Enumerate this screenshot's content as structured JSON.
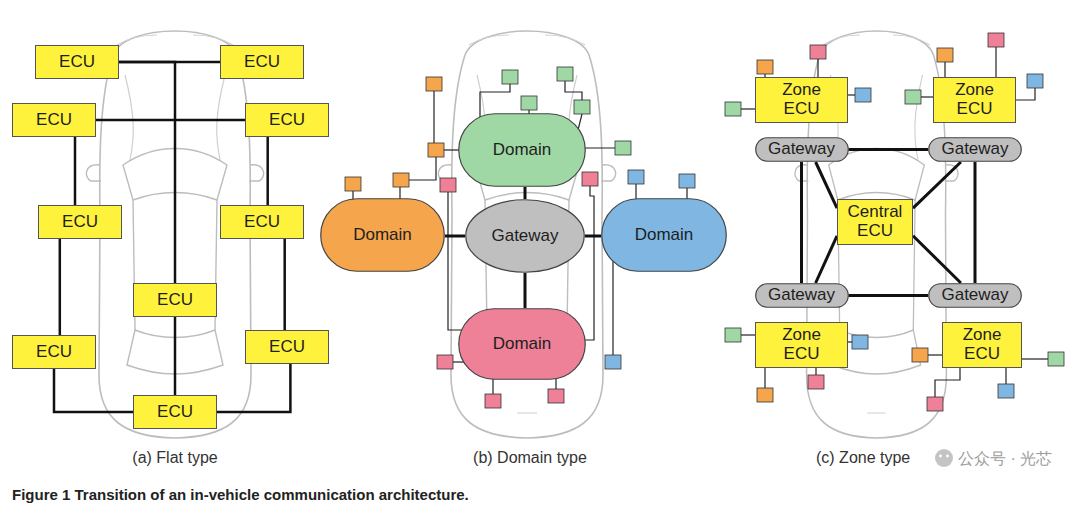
{
  "diagram": {
    "caption": "Figure 1 Transition of an in-vehicle communication architecture.",
    "nodes": [
      {
        "text": [
          "ECU"
        ]
      },
      {
        "text": [
          "ECU"
        ]
      },
      {
        "text": [
          "ECU"
        ]
      },
      {
        "text": [
          "ECU"
        ]
      },
      {
        "text": [
          "ECU"
        ]
      },
      {
        "text": [
          "ECU"
        ]
      },
      {
        "text": [
          "ECU"
        ]
      },
      {
        "text": [
          "ECU"
        ]
      },
      {
        "text": [
          "ECU"
        ]
      },
      {
        "text": [
          "ECU"
        ]
      },
      {
        "text": [
          "Domain"
        ]
      },
      {
        "text": [
          "Domain"
        ]
      },
      {
        "text": [
          "Gateway"
        ]
      },
      {
        "text": [
          "Domain"
        ]
      },
      {
        "text": [
          "Domain"
        ]
      },
      {
        "text": [
          "Zone ECU"
        ]
      },
      {
        "text": [
          "Zone ECU"
        ]
      },
      {
        "text": [
          "Gateway"
        ]
      },
      {
        "text": [
          "Gateway"
        ]
      },
      {
        "text": [
          "Central ECU"
        ]
      },
      {
        "text": [
          "Gateway"
        ]
      },
      {
        "text": [
          "Gateway"
        ]
      },
      {
        "text": [
          "Zone ECU"
        ]
      },
      {
        "text": [
          "Zone ECU"
        ]
      }
    ],
    "edges": [
      {
        "from": 0,
        "to": 1,
        "arrow": "none"
      },
      {
        "from": 0,
        "to": 6,
        "arrow": "none"
      },
      {
        "from": 2,
        "to": 3,
        "arrow": "none"
      },
      {
        "from": 2,
        "to": 4,
        "arrow": "none"
      },
      {
        "from": 3,
        "to": 5,
        "arrow": "none"
      },
      {
        "from": 4,
        "to": 7,
        "arrow": "none"
      },
      {
        "from": 5,
        "to": 8,
        "arrow": "none"
      },
      {
        "from": 7,
        "to": 9,
        "arrow": "none"
      },
      {
        "from": 8,
        "to": 9,
        "arrow": "none"
      },
      {
        "from": 6,
        "to": 9,
        "arrow": "none"
      },
      {
        "from": 12,
        "to": 10,
        "arrow": "none"
      },
      {
        "from": 12,
        "to": 11,
        "arrow": "none"
      },
      {
        "from": 12,
        "to": 13,
        "arrow": "none"
      },
      {
        "from": 12,
        "to": 14,
        "arrow": "none"
      },
      {
        "from": 17,
        "to": 18,
        "arrow": "none"
      },
      {
        "from": 20,
        "to": 21,
        "arrow": "none"
      },
      {
        "from": 17,
        "to": 20,
        "arrow": "none"
      },
      {
        "from": 18,
        "to": 21,
        "arrow": "none"
      },
      {
        "from": 17,
        "to": 19,
        "arrow": "none"
      },
      {
        "from": 18,
        "to": 19,
        "arrow": "none"
      },
      {
        "from": 20,
        "to": 19,
        "arrow": "none"
      },
      {
        "from": 21,
        "to": 19,
        "arrow": "none"
      }
    ],
    "labels": [
      "(a) Flat type",
      "(b) Domain type",
      "(c) Zone type",
      "公众号 · 光芯"
    ]
  }
}
